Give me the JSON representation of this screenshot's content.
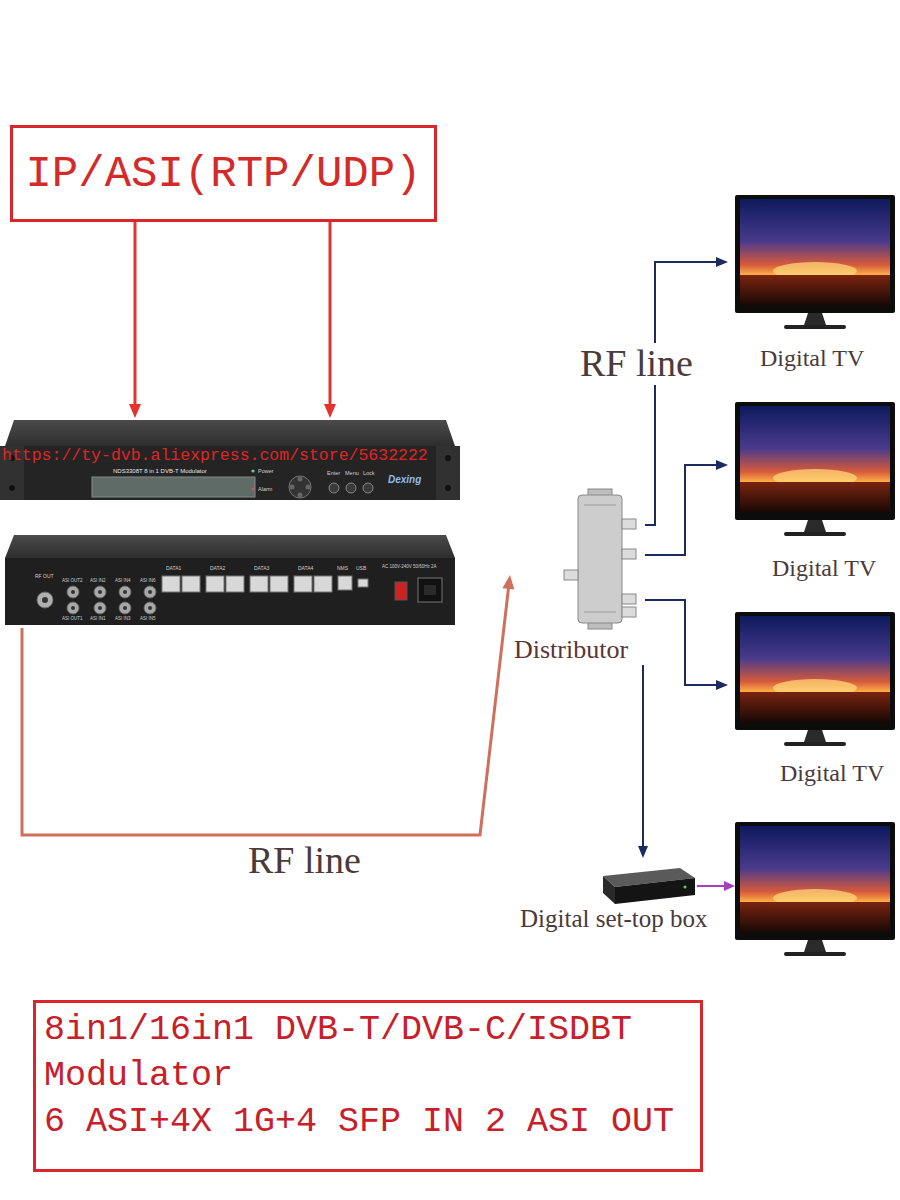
{
  "diagram": {
    "nodes": [
      {
        "text": [
          "IP/ASI(RTP/UDP)"
        ]
      },
      {
        "text": [
          "NDS3308T 8 in 1 DVB-T Modulator"
        ]
      },
      {
        "text": [
          "Distributor"
        ]
      },
      {
        "text": [
          "Digital TV"
        ]
      },
      {
        "text": [
          "Digital TV"
        ]
      },
      {
        "text": [
          "Digital TV"
        ]
      },
      {
        "text": [
          "Digital set-top box"
        ]
      },
      {
        "text": [
          "8in1/16in1 DVB-T/DVB-C/ISDBT Modulator",
          "6 ASI+4X 1G+4 SFP IN 2 ASI OUT"
        ]
      }
    ],
    "edges": [
      {
        "from": 0,
        "to": 1,
        "arrow": "to"
      },
      {
        "from": 0,
        "to": 1,
        "arrow": "to"
      },
      {
        "from": 1,
        "to": 2,
        "arrow": "to",
        "label": "RF line"
      },
      {
        "from": 2,
        "to": 3,
        "arrow": "to",
        "label": "RF line"
      },
      {
        "from": 2,
        "to": 4,
        "arrow": "to"
      },
      {
        "from": 2,
        "to": 5,
        "arrow": "to"
      },
      {
        "from": 2,
        "to": 6,
        "arrow": "to"
      }
    ],
    "labels": [
      "https://ty-dvb.aliexpress.com/store/5632222",
      "Power",
      "Alarm",
      "Enter",
      "Menu",
      "Lock",
      "Dexing",
      "RF OUT",
      "ASI OUT2",
      "ASI IN2",
      "ASI IN4",
      "ASI IN6",
      "ASI OUT1",
      "ASI IN1",
      "ASI IN3",
      "ASI IN5",
      "DATA1",
      "DATA2",
      "DATA3",
      "DATA4",
      "NMS",
      "USB",
      "AC 100V-240V 50/60Hz 2A"
    ]
  }
}
